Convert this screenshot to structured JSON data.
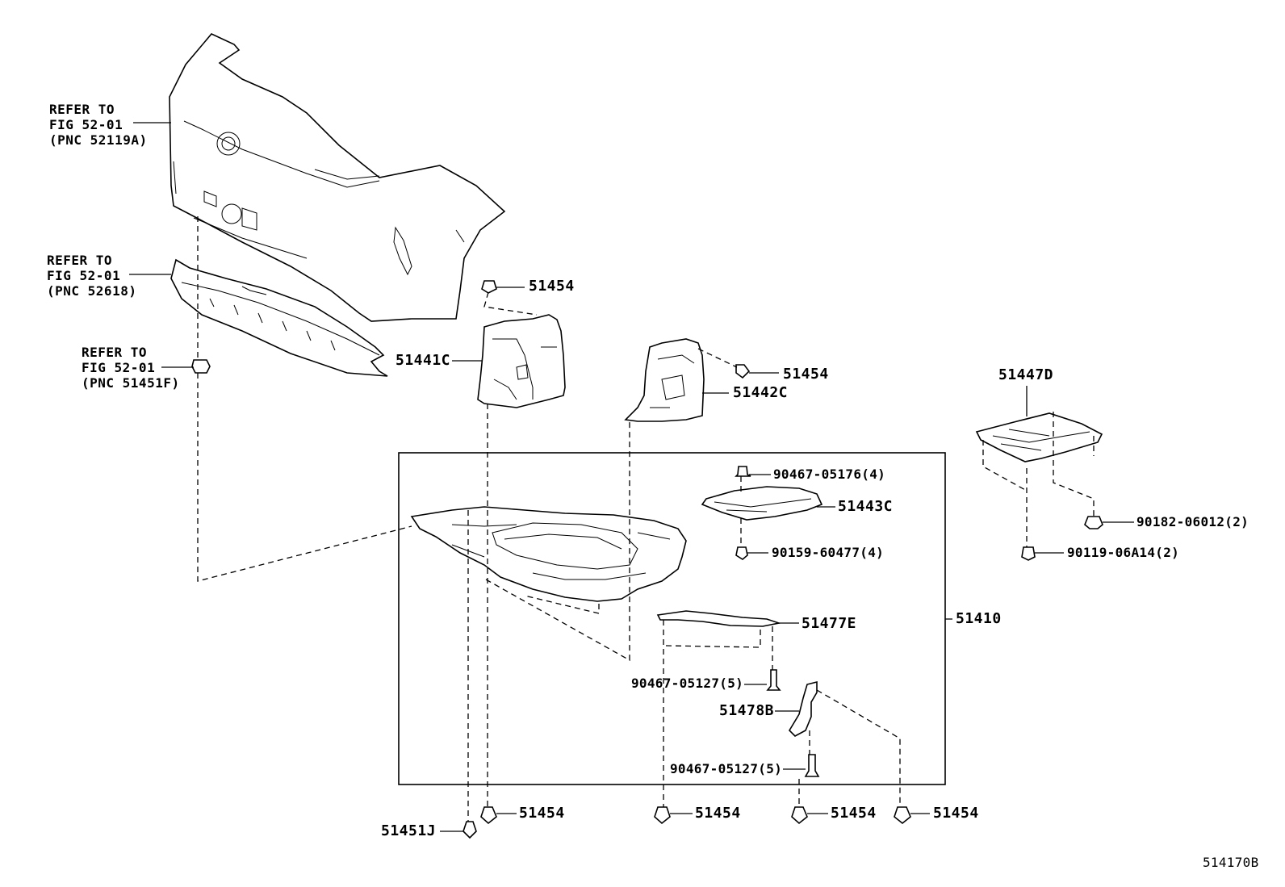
{
  "refs": {
    "bumper": [
      "REFER TO",
      "FIG 52-01",
      "(PNC 52119A)"
    ],
    "absorber": [
      "REFER TO",
      "FIG 52-01",
      "(PNC 52618)"
    ],
    "retainer": [
      "REFER TO",
      "FIG 52-01",
      "(PNC 51451F)"
    ]
  },
  "labels": {
    "p51454_top": "51454",
    "p51441C": "51441C",
    "p51454_mid": "51454",
    "p51442C": "51442C",
    "p51447D": "51447D",
    "p90467_05176": "90467-05176(4)",
    "p51443C": "51443C",
    "p90159": "90159-60477(4)",
    "p90182": "90182-06012(2)",
    "p90119": "90119-06A14(2)",
    "p51477E": "51477E",
    "p51410": "51410",
    "p90467_05127_a": "90467-05127(5)",
    "p51478B": "51478B",
    "p90467_05127_b": "90467-05127(5)",
    "p51454_b1": "51454",
    "p51454_b2": "51454",
    "p51454_b3": "51454",
    "p51454_b4": "51454",
    "p51451J": "51451J",
    "figure_code": "514170B"
  }
}
